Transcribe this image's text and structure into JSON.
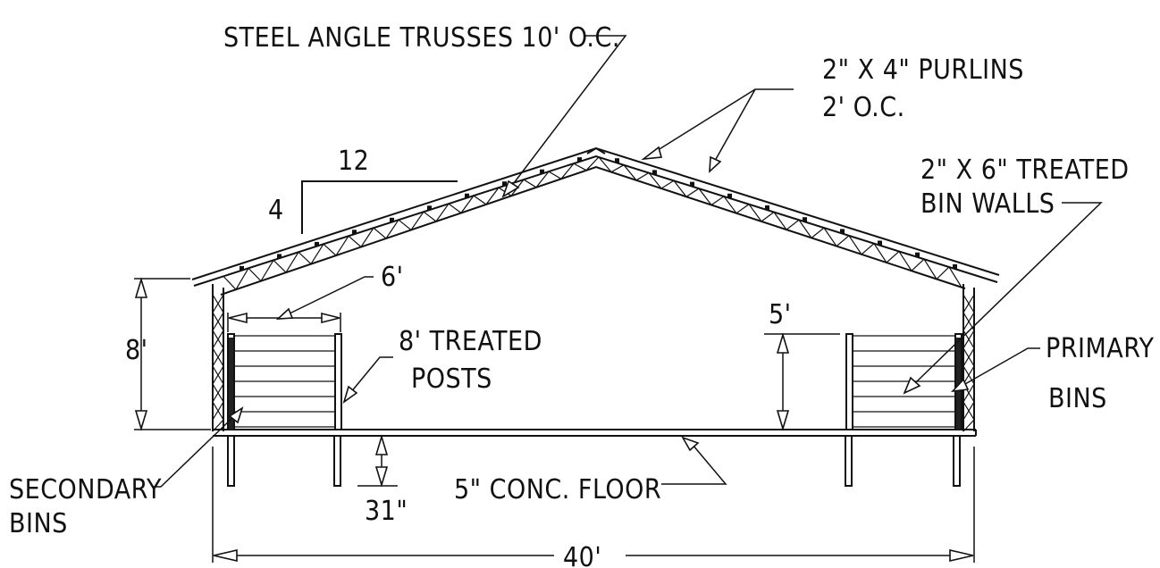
{
  "labels": {
    "trusses": "STEEL ANGLE TRUSSES 10' O.C.",
    "purlins_line1": "2\" X 4\" PURLINS",
    "purlins_line2": "2' O.C.",
    "binwalls_line1": "2\" X 6\" TREATED",
    "binwalls_line2": "BIN WALLS",
    "pitch_run": "12",
    "pitch_rise": "4",
    "bin_width": "6'",
    "wall_height": "8'",
    "posts_line1": "8' TREATED",
    "posts_line2": "POSTS",
    "bin_height": "5'",
    "primary_line1": "PRIMARY",
    "primary_line2": "BINS",
    "secondary_line1": "SECONDARY",
    "secondary_line2": "BINS",
    "post_depth": "31\"",
    "floor": "5\" CONC. FLOOR",
    "overall_width": "40'"
  }
}
